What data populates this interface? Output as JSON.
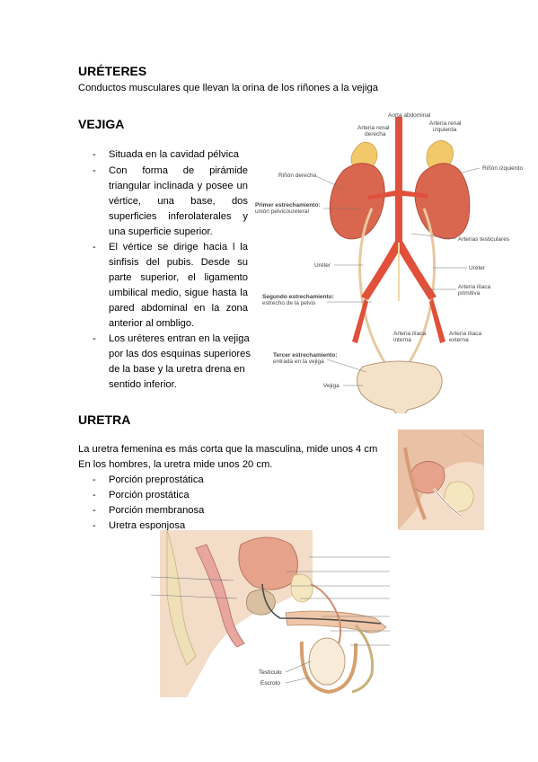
{
  "ureteres": {
    "heading": "URÉTERES",
    "text": "Conductos musculares que llevan la orina de los riñones a la vejiga"
  },
  "vejiga": {
    "heading": "VEJIGA",
    "bullet1": "Situada en la cavidad pélvica",
    "bullet2_lines": [
      "Con forma de pirámide",
      "triangular inclinada y posee un",
      "vértice, una base, dos",
      "superficies inferolaterales y",
      "una superficie superior."
    ],
    "bullet3_lines": [
      "El vértice se dirige hacia l la",
      "sinfisis del pubis. Desde su",
      "parte superior, el ligamento",
      "umbilical medio, sigue hasta la",
      "pared abdominal en la zona",
      "anterior al ombligo."
    ],
    "bullet4_lines": [
      "Los uréteres entran en la vejiga",
      "por las dos esquinas superiores",
      "de la base y la uretra drena en",
      "sentido inferior."
    ],
    "bullet_marker": "-"
  },
  "figure1": {
    "labels": {
      "aorta": "Aorta abdominal",
      "renal_derecha": [
        "Arteria renal",
        "derecha"
      ],
      "renal_izquierda": [
        "Arteria renal",
        "izquierda"
      ],
      "rinon_derecho": "Riñón derecho",
      "rinon_izquierdo": "Riñón izquierdo",
      "primer": [
        "Primer estrechamiento:",
        "unión pelvicoureteral"
      ],
      "testiculares": "Arterias testiculares",
      "ureter_l": "Uréter",
      "ureter_r": "Uréter",
      "iliaca_primitiva": [
        "Arteria ilíaca",
        "primitiva"
      ],
      "segundo": [
        "Segundo estrechamiento:",
        "estrecho de la pelvis"
      ],
      "iliaca_interna": [
        "Arteria ilíaca",
        "interna"
      ],
      "iliaca_externa": [
        "Arteria ilíaca",
        "externa"
      ],
      "tercer": [
        "Tercer estrechamiento:",
        "entrada en la vejiga"
      ],
      "vejiga": "Vejiga"
    }
  },
  "uretra": {
    "heading": "URETRA",
    "line1": "La uretra femenina es más corta que la masculina, mide unos 4 cm",
    "line2": "En los hombres, la uretra mide unos 20 cm.",
    "items": [
      "Porción preprostática",
      "Porción prostática",
      "Porción membranosa",
      "Uretra esponjosa"
    ],
    "bullet_marker": "-"
  },
  "figure3": {
    "labels": {
      "testiculo": "Testículo",
      "escroto": "Escroto"
    }
  },
  "colors": {
    "artery": "#e0503a",
    "kidney": "#d9664e",
    "adrenal": "#f1c96a",
    "ureter": "#e8c9a0"
  }
}
